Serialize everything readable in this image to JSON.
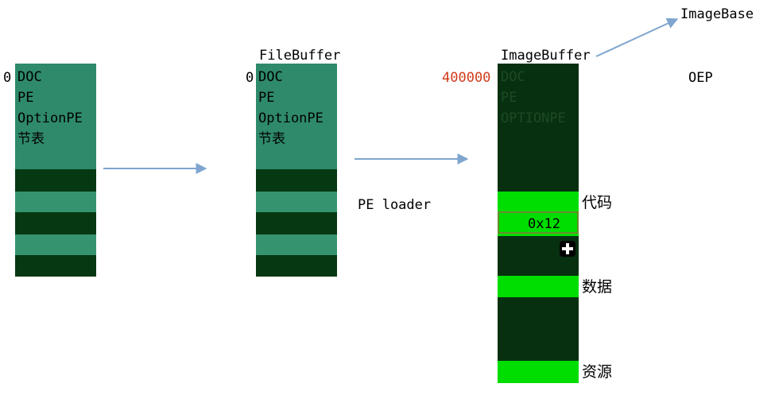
{
  "colors": {
    "header_teal": "#2e8a6a",
    "light_strip": "#35946f",
    "dark_strip": "#063812",
    "image_dark": "#073010",
    "image_bright": "#00dd00",
    "red_label": "#d23b1a",
    "arrow": "#7fa6cf"
  },
  "left_buffer": {
    "offset": "0",
    "headers": [
      "DOC",
      "PE",
      "OptionPE",
      "节表"
    ]
  },
  "file_buffer": {
    "title": "FileBuffer",
    "offset": "0",
    "headers": [
      "DOC",
      "PE",
      "OptionPE",
      "节表"
    ]
  },
  "loader_label": "PE loader",
  "image_buffer": {
    "title": "ImageBuffer",
    "address": "400000",
    "headers": [
      "DOC",
      "PE",
      "OPTIONPE"
    ],
    "highlight_value": "0x12",
    "sections": [
      "代码",
      "数据",
      "资源"
    ]
  },
  "image_base_label": "ImageBase",
  "oep_label": "OEP"
}
